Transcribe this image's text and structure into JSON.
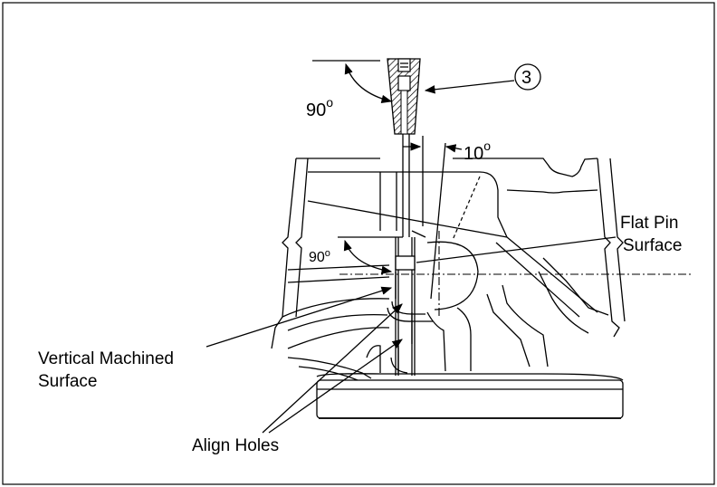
{
  "figure": {
    "callout_number": "3",
    "angles": {
      "top": {
        "value": "90",
        "degree": "o"
      },
      "tilt": {
        "value": "10",
        "degree": "o"
      },
      "lower": {
        "value": "90",
        "degree": "o"
      }
    },
    "labels": {
      "flat_pin_line1": "Flat Pin",
      "flat_pin_line2": "Surface",
      "vertical_line1": "Vertical Machined",
      "vertical_line2": "Surface",
      "align_holes": "Align Holes"
    }
  }
}
